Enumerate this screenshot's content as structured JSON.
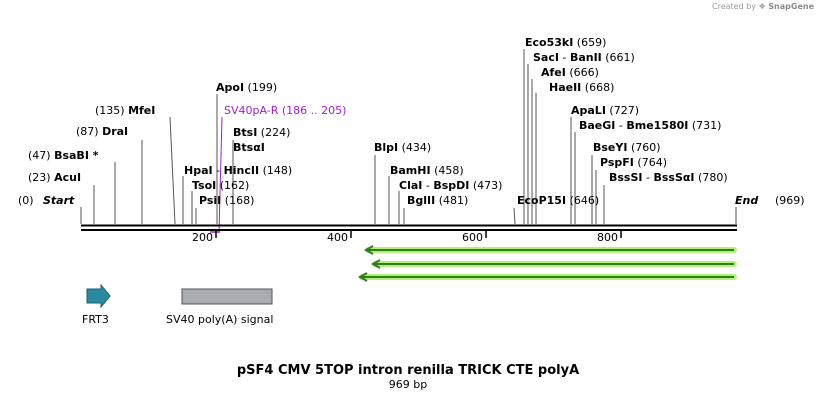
{
  "credit": {
    "prefix": "Created by",
    "brand": "SnapGene"
  },
  "map": {
    "title": "pSF4 CMV 5TOP intron renilla TRICK CTE polyA",
    "length_label": "969 bp",
    "length": 969,
    "start_label": "Start",
    "end_label": "End",
    "start_pos": "(0)",
    "end_pos": "(969)",
    "ticks": [
      "200",
      "400",
      "600",
      "800"
    ],
    "colors": {
      "feature_frt": "#2a8aa0",
      "feature_polya": "#a8abb0",
      "primer": "#a020c8",
      "orf_line": "#2e7d1e",
      "orf_glow": "#b6ee7a"
    }
  },
  "sites": [
    {
      "name": "AcuI",
      "pos": "(23)",
      "label": "(23)  AcuI"
    },
    {
      "name": "BsaBI *",
      "pos": "(47)",
      "label": "(47)  BsaBI *"
    },
    {
      "name": "DraI",
      "pos": "(87)",
      "label": "(87)  DraI"
    },
    {
      "name": "MfeI",
      "pos": "(135)",
      "label": "(135)  MfeI"
    },
    {
      "name": "ApoI",
      "pos": "(199)",
      "label": "ApoI  (199)"
    },
    {
      "name": "SV40pA-R",
      "pos": "(186 .. 205)",
      "label": "SV40pA-R  (186 .. 205)"
    },
    {
      "name": "BtsI",
      "pos": "(224)",
      "label": "BtsI  (224)"
    },
    {
      "name": "BtsαI",
      "pos": "",
      "label": "BtsαI"
    },
    {
      "name": "HpaI - HincII",
      "pos": "(148)",
      "label": "HpaI  - HincII  (148)"
    },
    {
      "name": "TsoI",
      "pos": "(162)",
      "label": "TsoI  (162)"
    },
    {
      "name": "PsiI",
      "pos": "(168)",
      "label": "PsiI  (168)"
    },
    {
      "name": "BlpI",
      "pos": "(434)",
      "label": "BlpI  (434)"
    },
    {
      "name": "BamHI",
      "pos": "(458)",
      "label": "BamHI  (458)"
    },
    {
      "name": "ClaI - BspDI",
      "pos": "(473)",
      "label": "ClaI  - BspDI  (473)"
    },
    {
      "name": "BglII",
      "pos": "(481)",
      "label": "BglII  (481)"
    },
    {
      "name": "Eco53kI",
      "pos": "(659)",
      "label": "Eco53kI  (659)"
    },
    {
      "name": "SacI - BanII",
      "pos": "(661)",
      "label": "SacI  - BanII  (661)"
    },
    {
      "name": "AfeI",
      "pos": "(666)",
      "label": "AfeI  (666)"
    },
    {
      "name": "HaeII",
      "pos": "(668)",
      "label": "HaeII  (668)"
    },
    {
      "name": "EcoP15I",
      "pos": "(646)",
      "label": "EcoP15I  (646)"
    },
    {
      "name": "ApaLI",
      "pos": "(727)",
      "label": "ApaLI  (727)"
    },
    {
      "name": "BaeGI - Bme1580I",
      "pos": "(731)",
      "label": "BaeGI  - Bme1580I  (731)"
    },
    {
      "name": "BseYI",
      "pos": "(760)",
      "label": "BseYI  (760)"
    },
    {
      "name": "PspFI",
      "pos": "(764)",
      "label": "PspFI  (764)"
    },
    {
      "name": "BssSI - BssSαI",
      "pos": "(780)",
      "label": "BssSI  - BssSαI  (780)"
    }
  ],
  "features": [
    {
      "name": "FRT3",
      "label": "FRT3"
    },
    {
      "name": "SV40 poly(A) signal",
      "label": "SV40 poly(A) signal"
    }
  ]
}
